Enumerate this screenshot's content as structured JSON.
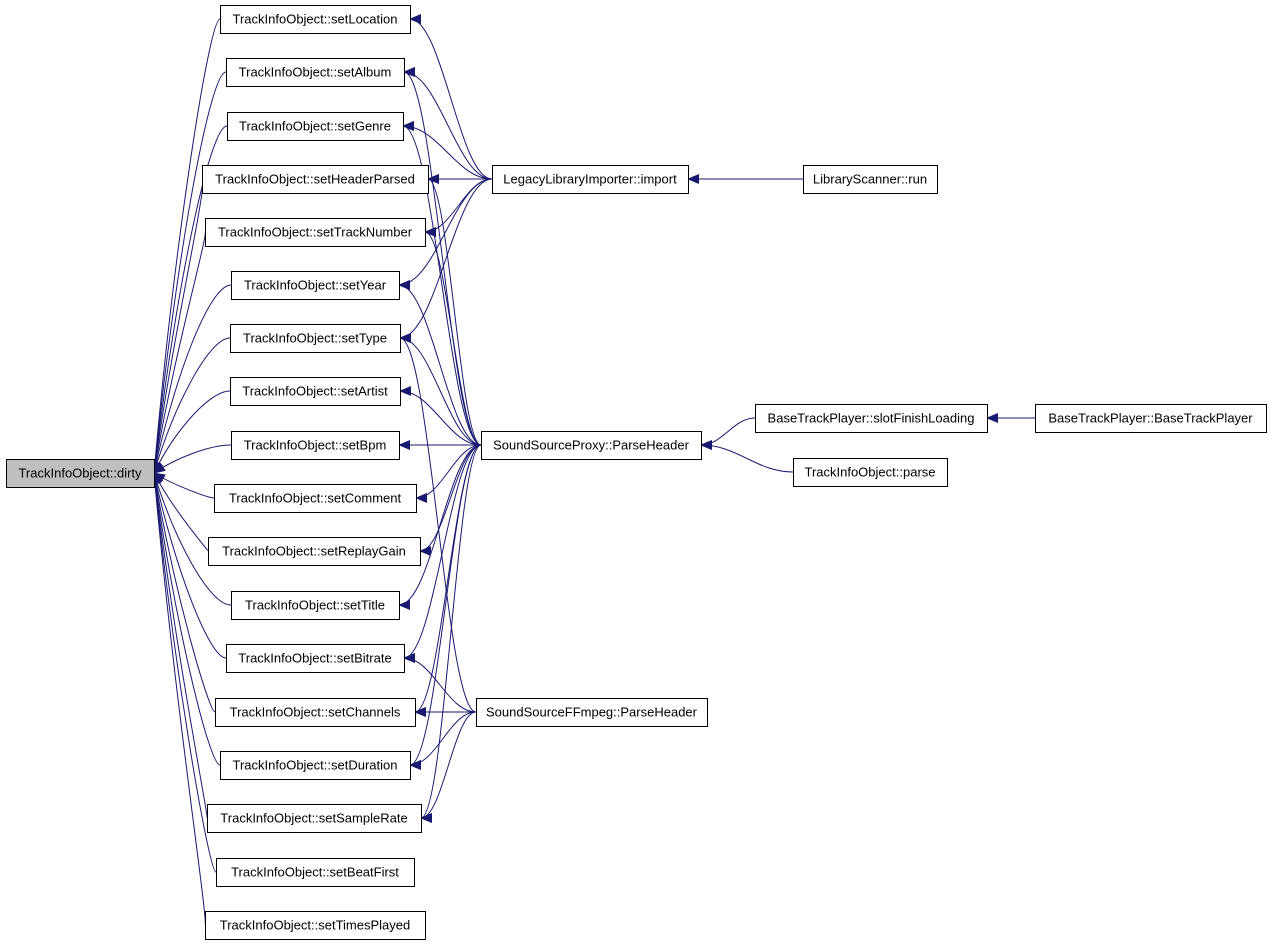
{
  "colors": {
    "edge": "#191970",
    "node_border": "#000000",
    "root_fill": "#bfbfbf",
    "node_fill": "#ffffff"
  },
  "nodes": [
    {
      "id": "dirty",
      "label": "TrackInfoObject::dirty",
      "root": true
    },
    {
      "id": "setLocation",
      "label": "TrackInfoObject::setLocation"
    },
    {
      "id": "setAlbum",
      "label": "TrackInfoObject::setAlbum"
    },
    {
      "id": "setGenre",
      "label": "TrackInfoObject::setGenre"
    },
    {
      "id": "setHeaderParsed",
      "label": "TrackInfoObject::setHeaderParsed"
    },
    {
      "id": "setTrackNumber",
      "label": "TrackInfoObject::setTrackNumber"
    },
    {
      "id": "setYear",
      "label": "TrackInfoObject::setYear"
    },
    {
      "id": "setType",
      "label": "TrackInfoObject::setType"
    },
    {
      "id": "setArtist",
      "label": "TrackInfoObject::setArtist"
    },
    {
      "id": "setBpm",
      "label": "TrackInfoObject::setBpm"
    },
    {
      "id": "setComment",
      "label": "TrackInfoObject::setComment"
    },
    {
      "id": "setReplayGain",
      "label": "TrackInfoObject::setReplayGain"
    },
    {
      "id": "setTitle",
      "label": "TrackInfoObject::setTitle"
    },
    {
      "id": "setBitrate",
      "label": "TrackInfoObject::setBitrate"
    },
    {
      "id": "setChannels",
      "label": "TrackInfoObject::setChannels"
    },
    {
      "id": "setDuration",
      "label": "TrackInfoObject::setDuration"
    },
    {
      "id": "setSampleRate",
      "label": "TrackInfoObject::setSampleRate"
    },
    {
      "id": "setBeatFirst",
      "label": "TrackInfoObject::setBeatFirst"
    },
    {
      "id": "setTimesPlayed",
      "label": "TrackInfoObject::setTimesPlayed"
    },
    {
      "id": "legacyImport",
      "label": "LegacyLibraryImporter::import"
    },
    {
      "id": "scannerRun",
      "label": "LibraryScanner::run"
    },
    {
      "id": "proxyParse",
      "label": "SoundSourceProxy::ParseHeader"
    },
    {
      "id": "ffmpegParse",
      "label": "SoundSourceFFmpeg::ParseHeader"
    },
    {
      "id": "slotFinish",
      "label": "BaseTrackPlayer::slotFinishLoading"
    },
    {
      "id": "btpCtor",
      "label": "BaseTrackPlayer::BaseTrackPlayer"
    },
    {
      "id": "tioParse",
      "label": "TrackInfoObject::parse"
    }
  ],
  "edges": [
    {
      "from": "setLocation",
      "to": "dirty"
    },
    {
      "from": "setAlbum",
      "to": "dirty"
    },
    {
      "from": "setGenre",
      "to": "dirty"
    },
    {
      "from": "setHeaderParsed",
      "to": "dirty"
    },
    {
      "from": "setTrackNumber",
      "to": "dirty"
    },
    {
      "from": "setYear",
      "to": "dirty"
    },
    {
      "from": "setType",
      "to": "dirty"
    },
    {
      "from": "setArtist",
      "to": "dirty"
    },
    {
      "from": "setBpm",
      "to": "dirty"
    },
    {
      "from": "setComment",
      "to": "dirty"
    },
    {
      "from": "setReplayGain",
      "to": "dirty"
    },
    {
      "from": "setTitle",
      "to": "dirty"
    },
    {
      "from": "setBitrate",
      "to": "dirty"
    },
    {
      "from": "setChannels",
      "to": "dirty"
    },
    {
      "from": "setDuration",
      "to": "dirty"
    },
    {
      "from": "setSampleRate",
      "to": "dirty"
    },
    {
      "from": "setBeatFirst",
      "to": "dirty"
    },
    {
      "from": "setTimesPlayed",
      "to": "dirty"
    },
    {
      "from": "legacyImport",
      "to": "setLocation"
    },
    {
      "from": "legacyImport",
      "to": "setAlbum"
    },
    {
      "from": "legacyImport",
      "to": "setGenre"
    },
    {
      "from": "legacyImport",
      "to": "setHeaderParsed"
    },
    {
      "from": "legacyImport",
      "to": "setTrackNumber"
    },
    {
      "from": "legacyImport",
      "to": "setYear"
    },
    {
      "from": "legacyImport",
      "to": "setType"
    },
    {
      "from": "proxyParse",
      "to": "setAlbum"
    },
    {
      "from": "proxyParse",
      "to": "setGenre"
    },
    {
      "from": "proxyParse",
      "to": "setHeaderParsed"
    },
    {
      "from": "proxyParse",
      "to": "setTrackNumber"
    },
    {
      "from": "proxyParse",
      "to": "setYear"
    },
    {
      "from": "proxyParse",
      "to": "setType"
    },
    {
      "from": "proxyParse",
      "to": "setArtist"
    },
    {
      "from": "proxyParse",
      "to": "setBpm"
    },
    {
      "from": "proxyParse",
      "to": "setComment"
    },
    {
      "from": "proxyParse",
      "to": "setReplayGain"
    },
    {
      "from": "proxyParse",
      "to": "setTitle"
    },
    {
      "from": "proxyParse",
      "to": "setBitrate"
    },
    {
      "from": "proxyParse",
      "to": "setChannels"
    },
    {
      "from": "proxyParse",
      "to": "setDuration"
    },
    {
      "from": "proxyParse",
      "to": "setSampleRate"
    },
    {
      "from": "ffmpegParse",
      "to": "setType"
    },
    {
      "from": "ffmpegParse",
      "to": "setBitrate"
    },
    {
      "from": "ffmpegParse",
      "to": "setChannels"
    },
    {
      "from": "ffmpegParse",
      "to": "setDuration"
    },
    {
      "from": "ffmpegParse",
      "to": "setSampleRate"
    },
    {
      "from": "scannerRun",
      "to": "legacyImport"
    },
    {
      "from": "slotFinish",
      "to": "proxyParse"
    },
    {
      "from": "tioParse",
      "to": "proxyParse"
    },
    {
      "from": "btpCtor",
      "to": "slotFinish"
    }
  ]
}
